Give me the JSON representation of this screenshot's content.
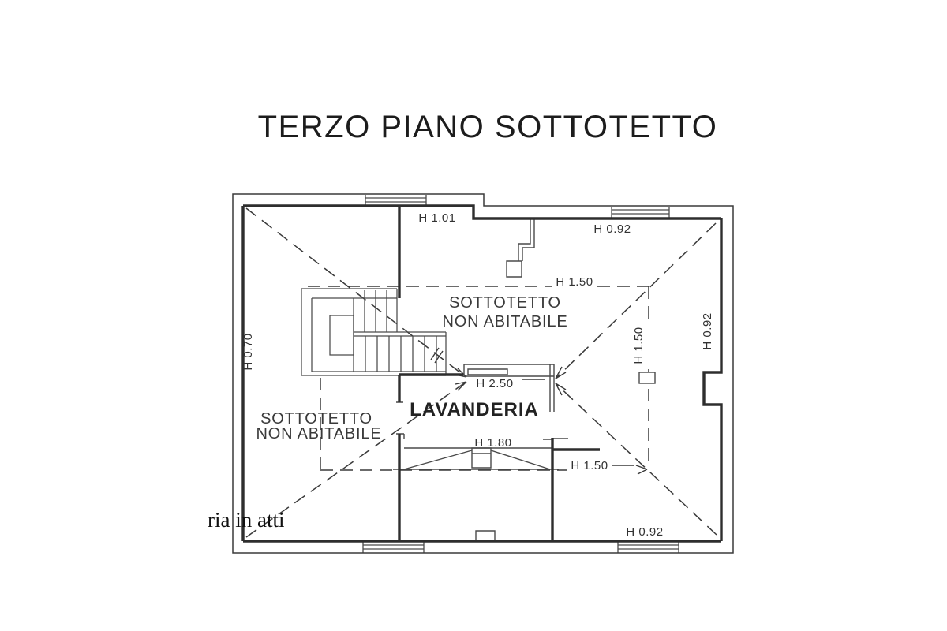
{
  "page": {
    "title": "TERZO PIANO SOTTOTETTO",
    "watermark": "ria in atti",
    "background": "#ffffff"
  },
  "colors": {
    "wall_line": "#2e2e2e",
    "thin_line": "#4a4a4a",
    "dashed_line": "#3a3a3a",
    "label_text": "#333333",
    "title_text": "#1c1c1c",
    "watermark_text": "#111111"
  },
  "plan": {
    "rooms": {
      "attic_right": {
        "line1": "SOTTOTETTO",
        "line2": "NON ABITABILE"
      },
      "attic_left": {
        "line1": "SOTTOTETTO",
        "line2": "NON ABITABILE"
      },
      "laundry": {
        "label": "LAVANDERIA"
      }
    },
    "height_labels": {
      "h_1_01_top": "H 1.01",
      "h_0_92_top": "H 0.92",
      "h_1_50_ridge_top": "H 1.50",
      "h_1_50_right": "H 1.50",
      "h_0_92_right": "H 0.92",
      "h_0_70_left": "H 0.70",
      "h_2_50_laundry": "H 2.50",
      "h_1_80_skylight": "H 1.80",
      "h_1_50_ridge_bottom": "H 1.50",
      "h_0_92_bottom": "H 0.92"
    }
  }
}
